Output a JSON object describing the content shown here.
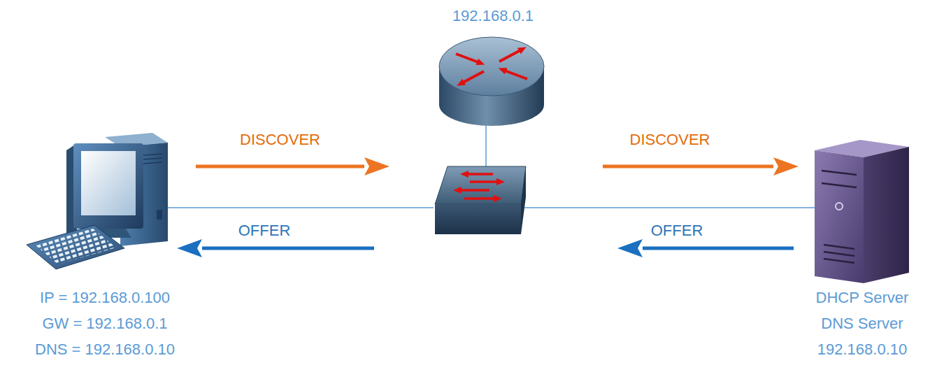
{
  "diagram": {
    "nodes": [
      {
        "text": [
          "192.168.0.1"
        ]
      },
      {
        "text": [
          "IP = 192.168.0.100",
          "GW = 192.168.0.1",
          "DNS = 192.168.0.10"
        ]
      },
      {
        "text": []
      },
      {
        "text": [
          "DHCP Server",
          "DNS Server",
          "192.168.0.10"
        ]
      }
    ],
    "edges": [
      {
        "from": 1,
        "to": 2,
        "arrow": "to",
        "label": "DISCOVER"
      },
      {
        "from": 2,
        "to": 3,
        "arrow": "to",
        "label": "DISCOVER"
      },
      {
        "from": 2,
        "to": 1,
        "arrow": "to",
        "label": "OFFER"
      },
      {
        "from": 3,
        "to": 2,
        "arrow": "to",
        "label": "OFFER"
      },
      {
        "from": 1,
        "to": 2,
        "arrow": "none"
      },
      {
        "from": 2,
        "to": 3,
        "arrow": "none"
      },
      {
        "from": 0,
        "to": 2,
        "arrow": "none"
      }
    ]
  }
}
